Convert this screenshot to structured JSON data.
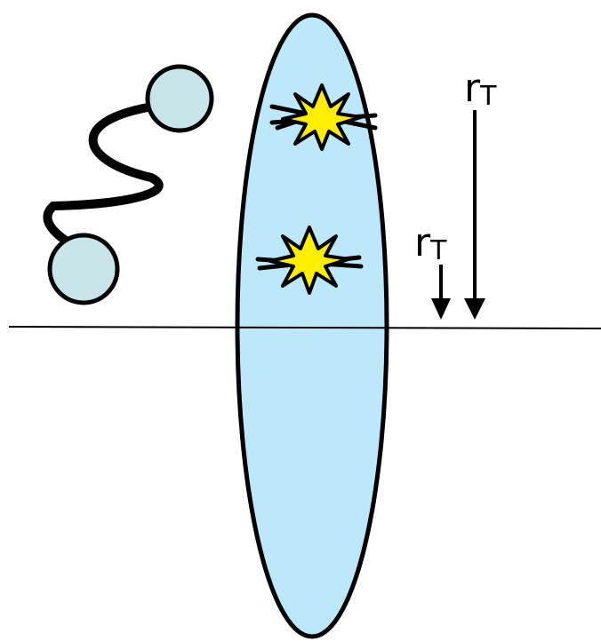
{
  "labels": {
    "upper_radius": {
      "main": "r",
      "sub": "T"
    },
    "lower_radius": {
      "main": "r",
      "sub": "T"
    }
  },
  "colors": {
    "ellipse_fill": "#bde8fb",
    "bead_fill": "#c8e4e8",
    "star_fill": "#ffee00",
    "stroke": "#000000"
  },
  "icons": {
    "star": "spark-burst-icon",
    "molecule": "dumbbell-molecule-icon"
  }
}
